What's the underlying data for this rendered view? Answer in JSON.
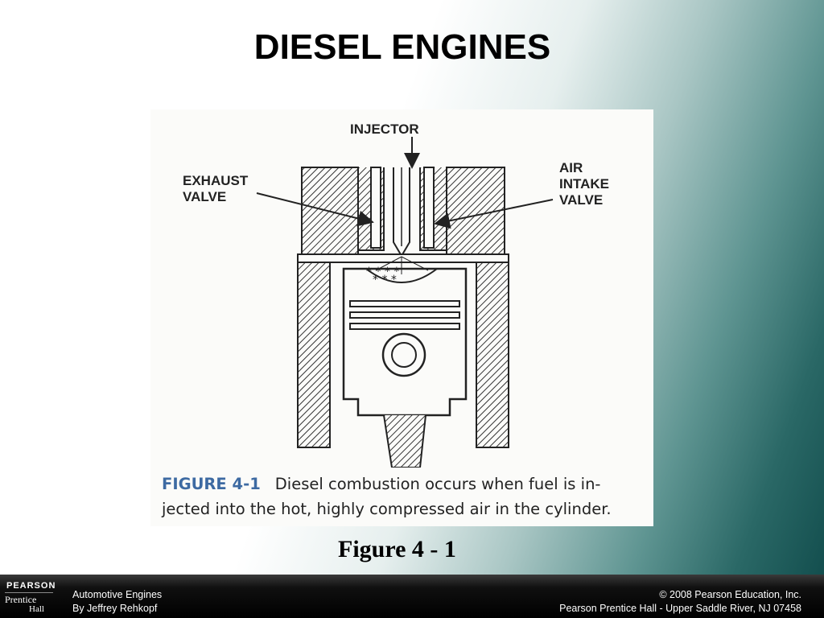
{
  "slide": {
    "title": "DIESEL ENGINES",
    "figure_label": "Figure 4 - 1"
  },
  "figure": {
    "labels": {
      "injector": "INJECTOR",
      "exhaust_line1": "EXHAUST",
      "exhaust_line2": "VALVE",
      "air_line1": "AIR",
      "air_line2": "INTAKE",
      "air_line3": "VALVE"
    },
    "caption_number": "FIGURE 4-1",
    "caption_line1": "Diesel combustion occurs when fuel is in-",
    "caption_line2": "jected into the hot, highly compressed air in the cylinder."
  },
  "footer": {
    "logo_top": "PEARSON",
    "logo_mid": "Prentice",
    "logo_bottom": "Hall",
    "left_line1": "Automotive Engines",
    "left_line2": "By Jeffrey Rehkopf",
    "right_line1": "© 2008 Pearson Education, Inc.",
    "right_line2": "Pearson Prentice Hall - Upper Saddle River, NJ 07458"
  },
  "colors": {
    "caption_number": "#3d6aa2",
    "background_accent": "#0f4a4a"
  }
}
